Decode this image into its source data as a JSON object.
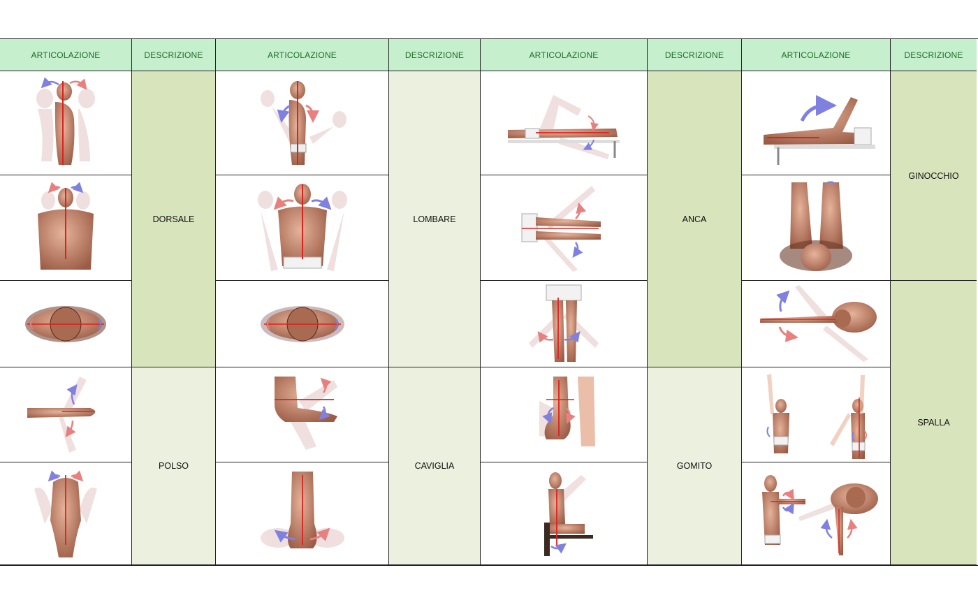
{
  "headers": [
    "ARTICOLAZIONE",
    "DESCRIZIONE",
    "ARTICOLAZIONE",
    "DESCRIZIONE",
    "ARTICOLAZIONE",
    "DESCRIZIONE",
    "ARTICOLAZIONE",
    "DESCRIZIONE"
  ],
  "descriptions": {
    "dorsale": "DORSALE",
    "lombare": "LOMBARE",
    "anca": "ANCA",
    "ginocchio": "GINOCCHIO",
    "polso": "POLSO",
    "caviglia": "CAVIGLIA",
    "gomito": "GOMITO",
    "spalla": "SPALLA"
  },
  "colors": {
    "header_bg": "#c6efce",
    "header_text": "#1e6e26",
    "desc_dark": "#d8e4bc",
    "desc_light": "#ebf1de",
    "skin": "#c98b6e",
    "axis_line": "#e02020",
    "arrow_blue": "#8080e0",
    "arrow_red": "#e88080"
  },
  "images": [
    {
      "joint": "dorsale",
      "motion": "flexion-extension",
      "icon": "torso-side-icon"
    },
    {
      "joint": "dorsale",
      "motion": "lateral-flexion",
      "icon": "torso-front-icon"
    },
    {
      "joint": "dorsale",
      "motion": "rotation",
      "icon": "torso-top-icon"
    },
    {
      "joint": "polso",
      "motion": "flexion-extension",
      "icon": "wrist-side-icon"
    },
    {
      "joint": "polso",
      "motion": "deviation",
      "icon": "hand-front-icon"
    },
    {
      "joint": "lombare",
      "motion": "flexion-extension",
      "icon": "trunk-bend-icon"
    },
    {
      "joint": "lombare",
      "motion": "lateral-flexion",
      "icon": "trunk-lateral-icon"
    },
    {
      "joint": "lombare",
      "motion": "rotation",
      "icon": "pelvis-top-icon"
    },
    {
      "joint": "caviglia",
      "motion": "flexion-extension",
      "icon": "ankle-side-icon"
    },
    {
      "joint": "caviglia",
      "motion": "inversion-eversion",
      "icon": "foot-front-icon"
    },
    {
      "joint": "anca",
      "motion": "flexion-extension",
      "icon": "leg-lying-icon"
    },
    {
      "joint": "anca",
      "motion": "abduction-adduction",
      "icon": "legs-top-icon"
    },
    {
      "joint": "anca",
      "motion": "rotation",
      "icon": "leg-rotation-icon"
    },
    {
      "joint": "gomito",
      "motion": "flexion-extension",
      "icon": "forearm-icon"
    },
    {
      "joint": "gomito",
      "motion": "prono-supination",
      "icon": "seated-elbow-icon"
    },
    {
      "joint": "ginocchio",
      "motion": "flexion-extension",
      "icon": "knee-lying-icon"
    },
    {
      "joint": "ginocchio",
      "motion": "rotation",
      "icon": "legs-prone-icon"
    },
    {
      "joint": "spalla",
      "motion": "abduction",
      "icon": "arm-top-icon"
    },
    {
      "joint": "spalla",
      "motion": "flexion",
      "icon": "arm-raise-icon"
    },
    {
      "joint": "spalla",
      "motion": "rotation",
      "icon": "arm-rotation-icon"
    }
  ]
}
